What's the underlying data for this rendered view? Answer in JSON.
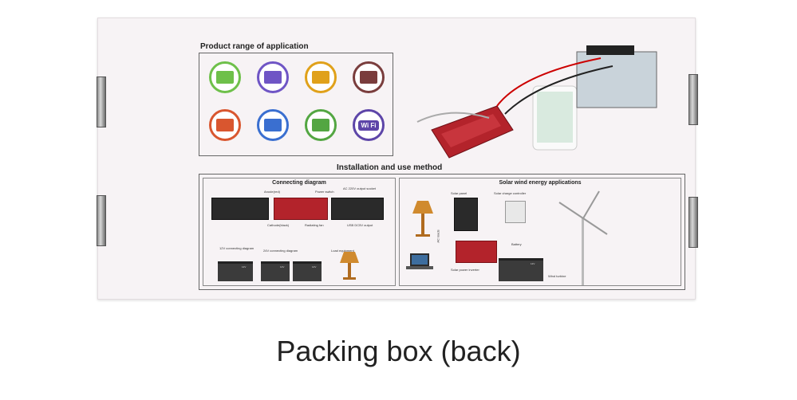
{
  "box": {
    "section1_title": "Product range of application",
    "section2_title": "Installation and use method",
    "connecting_diagram_title": "Connecting diagram",
    "solar_title": "Solar wind energy applications",
    "application_icons": [
      {
        "name": "tv-icon",
        "color": "#6ec04a"
      },
      {
        "name": "computer-icon",
        "color": "#6f55c5"
      },
      {
        "name": "display-icon",
        "color": "#e0a11a"
      },
      {
        "name": "lamp-icon",
        "color": "#7a3d3d"
      },
      {
        "name": "photo-icon",
        "color": "#d9562f"
      },
      {
        "name": "router-icon",
        "color": "#3a6fd0"
      },
      {
        "name": "fan-icon",
        "color": "#53a642"
      },
      {
        "name": "wifi-icon",
        "color": "#5d45a8"
      }
    ],
    "wifi_text": "Wi Fi",
    "connecting_labels": {
      "anode": "Anode(red)",
      "power_switch": "Power switch",
      "ac_output": "AC 220V output socket",
      "cathode": "Cathode(black)",
      "cooling_fan": "Radiating fan",
      "usb_output": "USB DC5V output",
      "wiring_12v": "12V connecting diagram",
      "wiring_24v": "24V connecting diagram",
      "load": "Load equipment"
    },
    "solar_labels": {
      "solar_panel": "Solar panel",
      "charge_controller": "Solar charge controller",
      "battery": "Battery",
      "ac_loads": "AC loads",
      "inverter": "Solar power inverter",
      "wind_turbine": "Wind turbine"
    },
    "battery_marks": [
      "12V",
      "12V",
      "12V",
      "12V"
    ]
  },
  "caption": "Packing box (back)"
}
